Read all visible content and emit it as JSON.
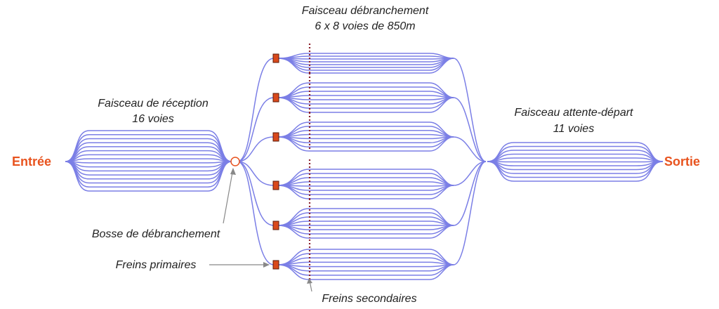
{
  "colors": {
    "track": "#7b7fe6",
    "endpoint": "#e8531e",
    "primary_brake": "#d9491c",
    "primary_brake_edge": "#5a1a0a",
    "secondary_brake": "#8a1e2a",
    "hump_fill": "#ffffff",
    "hump_stroke": "#e8531e",
    "pointer": "#888888",
    "text": "#222222"
  },
  "labels": {
    "entree": "Entrée",
    "sortie": "Sortie",
    "reception_title": "Faisceau de réception",
    "reception_count": "16 voies",
    "debranchement_title": "Faisceau débranchement",
    "debranchement_count": "6 x 8 voies de 850m",
    "depart_title": "Faisceau attente-départ",
    "depart_count": "11 voies",
    "bosse": "Bosse de débranchement",
    "freins_primaires": "Freins primaires",
    "freins_secondaires": "Freins secondaires"
  },
  "yard": {
    "reception_tracks": 16,
    "sorting_groups": 6,
    "tracks_per_group": 8,
    "departure_tracks": 11
  },
  "icons": {
    "hump": "circle-icon",
    "primary_brake": "square-icon",
    "secondary_brake": "dotted-line-icon"
  }
}
